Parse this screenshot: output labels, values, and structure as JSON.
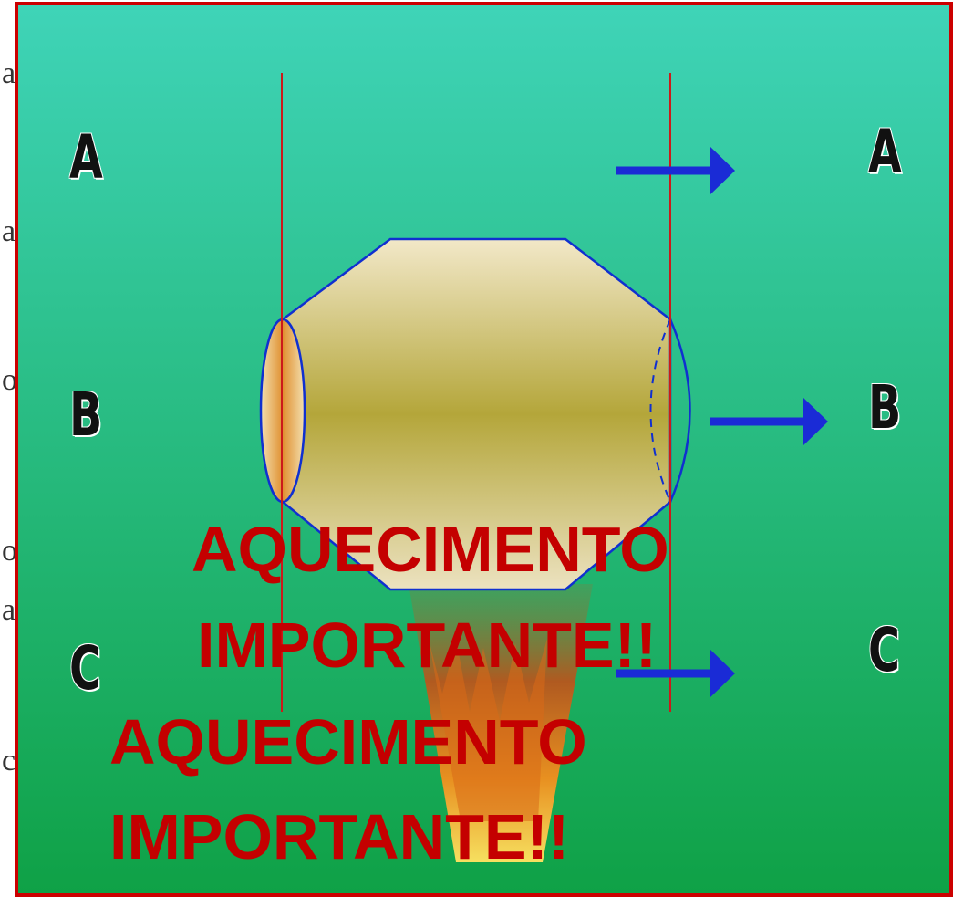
{
  "colors": {
    "panel_top": "#3fd4b8",
    "panel_bottom": "#0fa146",
    "frame_border": "#cc0000",
    "red_lines": "#cc1a1a",
    "arrows": "#1a2bd6",
    "drum_outline": "#1030d0",
    "drum_fill": "#b8a83a",
    "caption": "#c40000"
  },
  "left_edge_chars": [
    "a",
    "a",
    "o",
    "o",
    "a",
    "c"
  ],
  "layers": {
    "left": [
      "A",
      "B",
      "C"
    ],
    "right": [
      "A",
      "B",
      "C"
    ]
  },
  "captions": {
    "overlay_1": {
      "line1": "AQUECIMENTO",
      "line2": "IMPORTANTE!!"
    },
    "overlay_2": {
      "line1": "AQUECIMENTO",
      "line2": "IMPORTANTE!!"
    }
  }
}
